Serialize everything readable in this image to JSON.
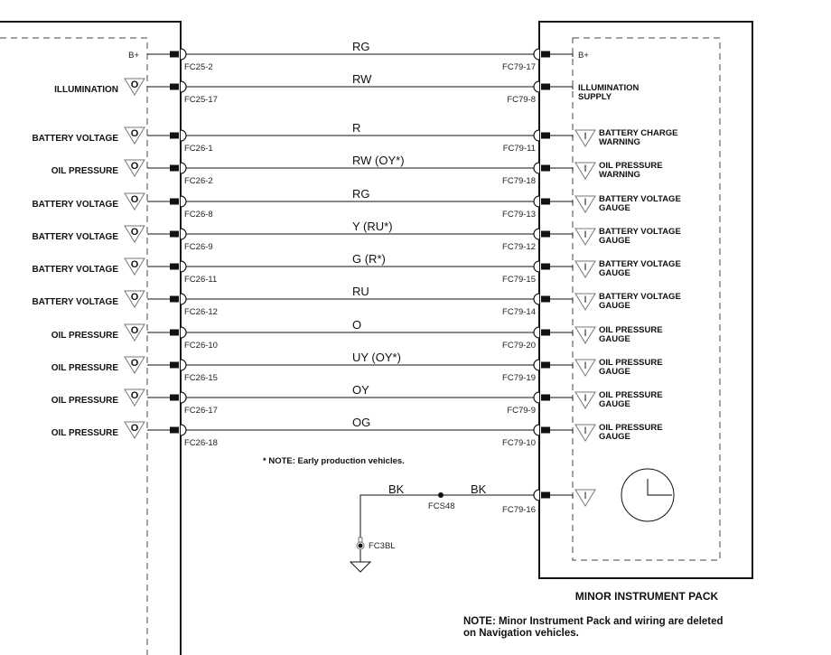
{
  "left_module": {
    "connections": [
      {
        "label": "B+",
        "terminal_symbol": "none",
        "pin": "FC25-2"
      },
      {
        "label": "ILLUMINATION",
        "terminal_symbol": "output-triangle-O",
        "pin": "FC25-17"
      },
      {
        "label": "BATTERY VOLTAGE",
        "terminal_symbol": "output-triangle-O",
        "pin": "FC26-1"
      },
      {
        "label": "OIL PRESSURE",
        "terminal_symbol": "output-triangle-O",
        "pin": "FC26-2"
      },
      {
        "label": "BATTERY VOLTAGE",
        "terminal_symbol": "output-triangle-O",
        "pin": "FC26-8"
      },
      {
        "label": "BATTERY VOLTAGE",
        "terminal_symbol": "output-triangle-O",
        "pin": "FC26-9"
      },
      {
        "label": "BATTERY VOLTAGE",
        "terminal_symbol": "output-triangle-O",
        "pin": "FC26-11"
      },
      {
        "label": "BATTERY VOLTAGE",
        "terminal_symbol": "output-triangle-O",
        "pin": "FC26-12"
      },
      {
        "label": "OIL PRESSURE",
        "terminal_symbol": "output-triangle-O",
        "pin": "FC26-10"
      },
      {
        "label": "OIL PRESSURE",
        "terminal_symbol": "output-triangle-O",
        "pin": "FC26-15"
      },
      {
        "label": "OIL PRESSURE",
        "terminal_symbol": "output-triangle-O",
        "pin": "FC26-17"
      },
      {
        "label": "OIL PRESSURE",
        "terminal_symbol": "output-triangle-O",
        "pin": "FC26-18"
      }
    ],
    "output_glyph": "O"
  },
  "wires": [
    {
      "color_code": "RG"
    },
    {
      "color_code": "RW"
    },
    {
      "color_code": "R"
    },
    {
      "color_code": "RW (OY*)"
    },
    {
      "color_code": "RG"
    },
    {
      "color_code": "Y (RU*)"
    },
    {
      "color_code": "G (R*)"
    },
    {
      "color_code": "RU"
    },
    {
      "color_code": "O"
    },
    {
      "color_code": "UY (OY*)"
    },
    {
      "color_code": "OY"
    },
    {
      "color_code": "OG"
    }
  ],
  "right_module": {
    "title": "MINOR INSTRUMENT PACK",
    "input_glyph": "I",
    "connections": [
      {
        "pin": "FC79-17",
        "terminal_symbol": "none",
        "label_lines": [
          "B+"
        ],
        "label_bold": false
      },
      {
        "pin": "FC79-8",
        "terminal_symbol": "none",
        "label_lines": [
          "ILLUMINATION",
          "SUPPLY"
        ],
        "label_bold": true
      },
      {
        "pin": "FC79-11",
        "terminal_symbol": "input-triangle-I",
        "label_lines": [
          "BATTERY CHARGE",
          "WARNING"
        ],
        "label_bold": true
      },
      {
        "pin": "FC79-18",
        "terminal_symbol": "input-triangle-I",
        "label_lines": [
          "OIL PRESSURE",
          "WARNING"
        ],
        "label_bold": true
      },
      {
        "pin": "FC79-13",
        "terminal_symbol": "input-triangle-I",
        "label_lines": [
          "BATTERY VOLTAGE",
          "GAUGE"
        ],
        "label_bold": true
      },
      {
        "pin": "FC79-12",
        "terminal_symbol": "input-triangle-I",
        "label_lines": [
          "BATTERY VOLTAGE",
          "GAUGE"
        ],
        "label_bold": true
      },
      {
        "pin": "FC79-15",
        "terminal_symbol": "input-triangle-I",
        "label_lines": [
          "BATTERY VOLTAGE",
          "GAUGE"
        ],
        "label_bold": true
      },
      {
        "pin": "FC79-14",
        "terminal_symbol": "input-triangle-I",
        "label_lines": [
          "BATTERY VOLTAGE",
          "GAUGE"
        ],
        "label_bold": true
      },
      {
        "pin": "FC79-20",
        "terminal_symbol": "input-triangle-I",
        "label_lines": [
          "OIL PRESSURE",
          "GAUGE"
        ],
        "label_bold": true
      },
      {
        "pin": "FC79-19",
        "terminal_symbol": "input-triangle-I",
        "label_lines": [
          "OIL PRESSURE",
          "GAUGE"
        ],
        "label_bold": true
      },
      {
        "pin": "FC79-9",
        "terminal_symbol": "input-triangle-I",
        "label_lines": [
          "OIL PRESSURE",
          "GAUGE"
        ],
        "label_bold": true
      },
      {
        "pin": "FC79-10",
        "terminal_symbol": "input-triangle-I",
        "label_lines": [
          "OIL PRESSURE",
          "GAUGE"
        ],
        "label_bold": true
      }
    ],
    "ground_connection": {
      "pin": "FC79-16",
      "terminal_symbol": "input-triangle-I",
      "component_icon": "clock-icon"
    }
  },
  "ground_circuit": {
    "wire_left": "BK",
    "wire_right": "BK",
    "splice": "FCS48",
    "ground_point": "FC3BL"
  },
  "notes": {
    "early_production_prefix": "* NOTE:",
    "early_production_text": "Early production vehicles.",
    "navigation_line1": "NOTE: Minor Instrument Pack and wiring are deleted",
    "navigation_line2": "on Navigation vehicles."
  }
}
